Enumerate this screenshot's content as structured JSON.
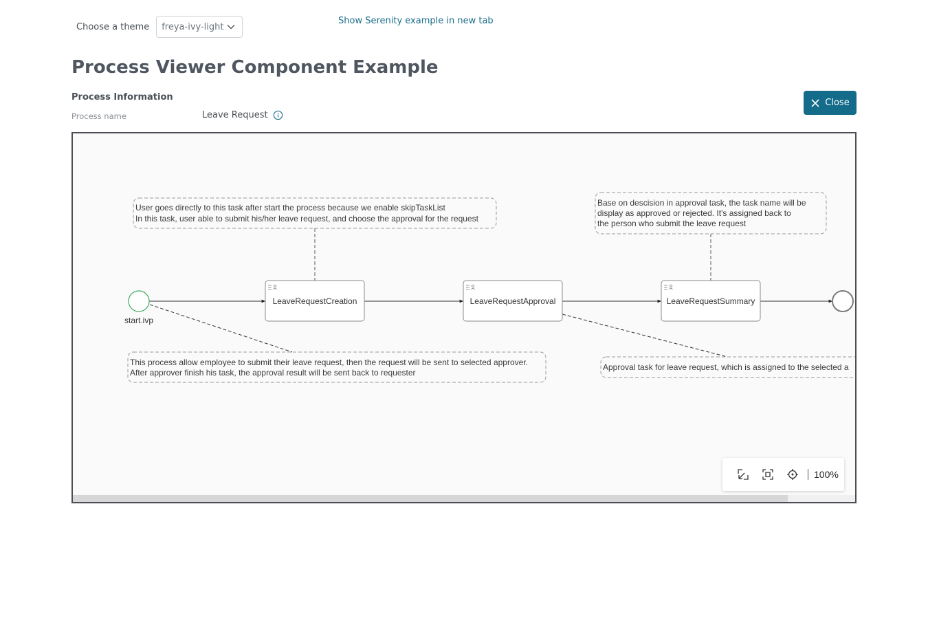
{
  "header": {
    "theme_label": "Choose a theme",
    "theme_selected": "freya-ivy-light",
    "serenity_link": "Show Serenity example in new tab"
  },
  "page": {
    "title": "Process Viewer Component Example",
    "section_title": "Process Information",
    "process_name_label": "Process name",
    "process_name_value": "Leave Request",
    "close_label": "Close"
  },
  "diagram": {
    "start_label": "start.ivp",
    "tasks": [
      "LeaveRequestCreation",
      "LeaveRequestApproval",
      "LeaveRequestSummary"
    ],
    "notes": {
      "creation": [
        "User goes directly to this task after start the process because we enable skipTaskList",
        "In this task, user able to submit his/her leave request, and choose the approval for the request"
      ],
      "summary": [
        "Base on descision in approval task, the task name will be",
        "display as approved or rejected. It's assigned back to",
        "the person who submit the leave request"
      ],
      "process": [
        "This process allow employee to submit their leave request, then the request will be sent to selected approver.",
        "After approver finish his task, the approval result will be sent back to requester"
      ],
      "approval": [
        "Approval task for leave request, which is assigned to the selected a"
      ]
    },
    "colors": {
      "start_event": "#3daa5c",
      "end_event": "#7a7a7a",
      "accent": "#146c8a"
    }
  },
  "zoom": {
    "level": "100%",
    "tools": [
      "collapse-icon",
      "fit-to-screen-icon",
      "center-icon"
    ]
  }
}
